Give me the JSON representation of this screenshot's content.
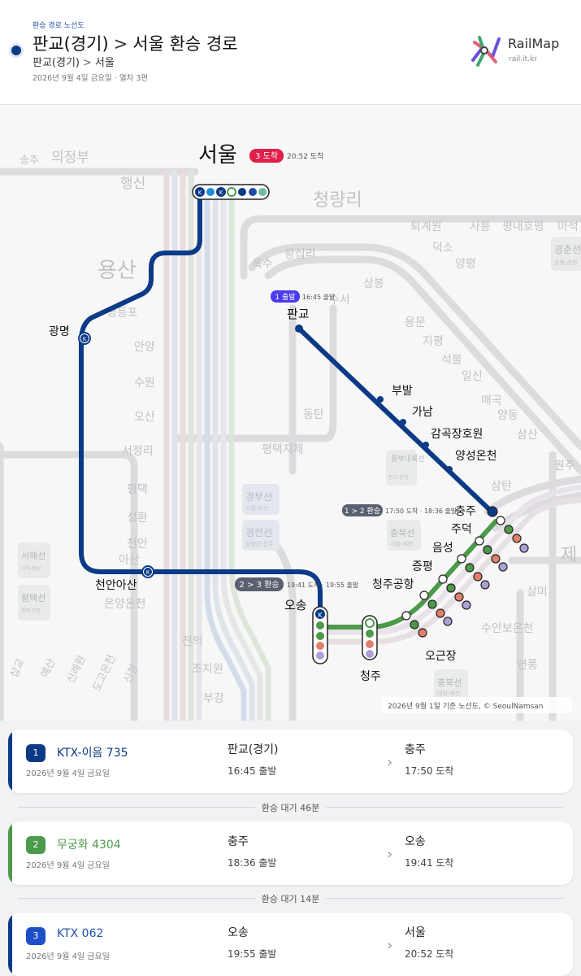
{
  "header": {
    "kicker": "환승 경로 노선도",
    "title_from": "판교(경기)",
    "title_arrow": ">",
    "title_to": "서울 환승 경로",
    "sub_from": "판교(경기)",
    "sub_arrow": ">",
    "sub_to": "서울",
    "meta": "2026년 9월 4일 금요일 · 열차 3편"
  },
  "brand": {
    "name": "RailMap",
    "url": "rail.it.kr"
  },
  "map": {
    "destination": {
      "name": "서울",
      "badge": "3 도착",
      "time": "20:52 도착"
    },
    "origin": {
      "name": "판교",
      "badge": "1 출발",
      "time": "16:45 출발"
    },
    "transfer1": {
      "badge": "1 > 2 환승",
      "time": "17:50 도착 · 18:36 출발"
    },
    "transfer2": {
      "badge": "2 > 3 환승",
      "time": "19:41 도착 · 19:55 출발"
    },
    "route_stations": {
      "gwangmyeong": "광명",
      "cheonan_asan": "천안아산",
      "osong": "오송",
      "chungju": "충주",
      "bubal": "부발",
      "gamgok": "감곡장호원",
      "gana": "가남",
      "yangseong": "양성온천",
      "judeok": "주덕",
      "eumseong": "음성",
      "jeungpyeong": "증평",
      "cheongju_airport": "청주공항",
      "ogeunjang": "오근장",
      "cheongju": "청주"
    },
    "bg_labels": {
      "uijeongbu": "의정부",
      "songchu": "송추",
      "haengsin": "행신",
      "cheongnyangni": "청량리",
      "yongsan": "용산",
      "toegyewon": "퇴계원",
      "saneung": "사릉",
      "pyeongnae": "평내호평",
      "maseok": "마석",
      "ok": "옥수",
      "wangsimni": "왕십리",
      "deokso": "덕소",
      "yangpyeong": "양평",
      "sangbong": "상봉",
      "yongmun": "용문",
      "jipyeong": "지평",
      "seokbul": "석불",
      "ilsin": "일신",
      "maegok": "매곡",
      "yangdong": "양동",
      "samsan": "삼산",
      "wonju": "원주",
      "samtan": "삼탄",
      "je": "제",
      "sami": "살미",
      "suanbo": "수안보온천",
      "yeonpung": "연풍",
      "yeongdeungpo": "영등포",
      "anyang": "안양",
      "suwon": "수원",
      "osan": "오산",
      "seojeongni": "서정리",
      "pyeongtaek": "평택",
      "seonghwan": "성환",
      "cheonan": "천안",
      "asan": "아산",
      "onyang": "온양온천",
      "jeonui": "전의",
      "jochiwon": "조치원",
      "bugang": "부강",
      "dongtan": "동탄",
      "pyeongtaekjije": "평택지제",
      "suseo": "수서",
      "samgye": "삽교",
      "yesan": "예산",
      "sinnyewon": "신례원",
      "dogo": "도고온천",
      "sinchang": "신창"
    },
    "line_boxes": {
      "gyeongchun": {
        "name": "경춘선",
        "sub": "상봉-춘천"
      },
      "jungbu": {
        "name": "중부내륙선",
        "sub": "판교-문경"
      },
      "gyeongbu": {
        "name": "경부선",
        "sub": "서울-부산"
      },
      "gyeongjeon": {
        "name": "경전선",
        "sub": "삼랑진-진주"
      },
      "chungbuk": {
        "name": "충북선",
        "sub": "서울-제천"
      },
      "seohae": {
        "name": "서해선",
        "sub": "서해-홍성"
      },
      "pyeongtaek": {
        "name": "평택선",
        "sub": "평택-안중"
      },
      "chungbuk2": {
        "name": "충북선",
        "sub": "대전-제천"
      }
    },
    "copyright": "2026년 9월 1일 기준 노선도, © SeoulNamsan"
  },
  "legs": [
    {
      "num": "1",
      "train": "KTX-이음 735",
      "date": "2026년 9월 4일 금요일",
      "from": "판교(경기)",
      "dep": "16:45 출발",
      "to": "충주",
      "arr": "17:50 도착"
    },
    {
      "num": "2",
      "train": "무궁화 4304",
      "date": "2026년 9월 4일 금요일",
      "from": "충주",
      "dep": "18:36 출발",
      "to": "오송",
      "arr": "19:41 도착"
    },
    {
      "num": "3",
      "train": "KTX 062",
      "date": "2026년 9월 4일 금요일",
      "from": "오송",
      "dep": "19:55 출발",
      "to": "서울",
      "arr": "20:52 도착"
    }
  ],
  "waits": [
    "환승 대기 46분",
    "환승 대기 14분"
  ],
  "colors": {
    "ktx": "#0b3a86",
    "mugunghwa": "#4c9a4a",
    "arrival": "#e0204a",
    "origin": "#4a3cf0",
    "transfer": "#5a6070"
  }
}
